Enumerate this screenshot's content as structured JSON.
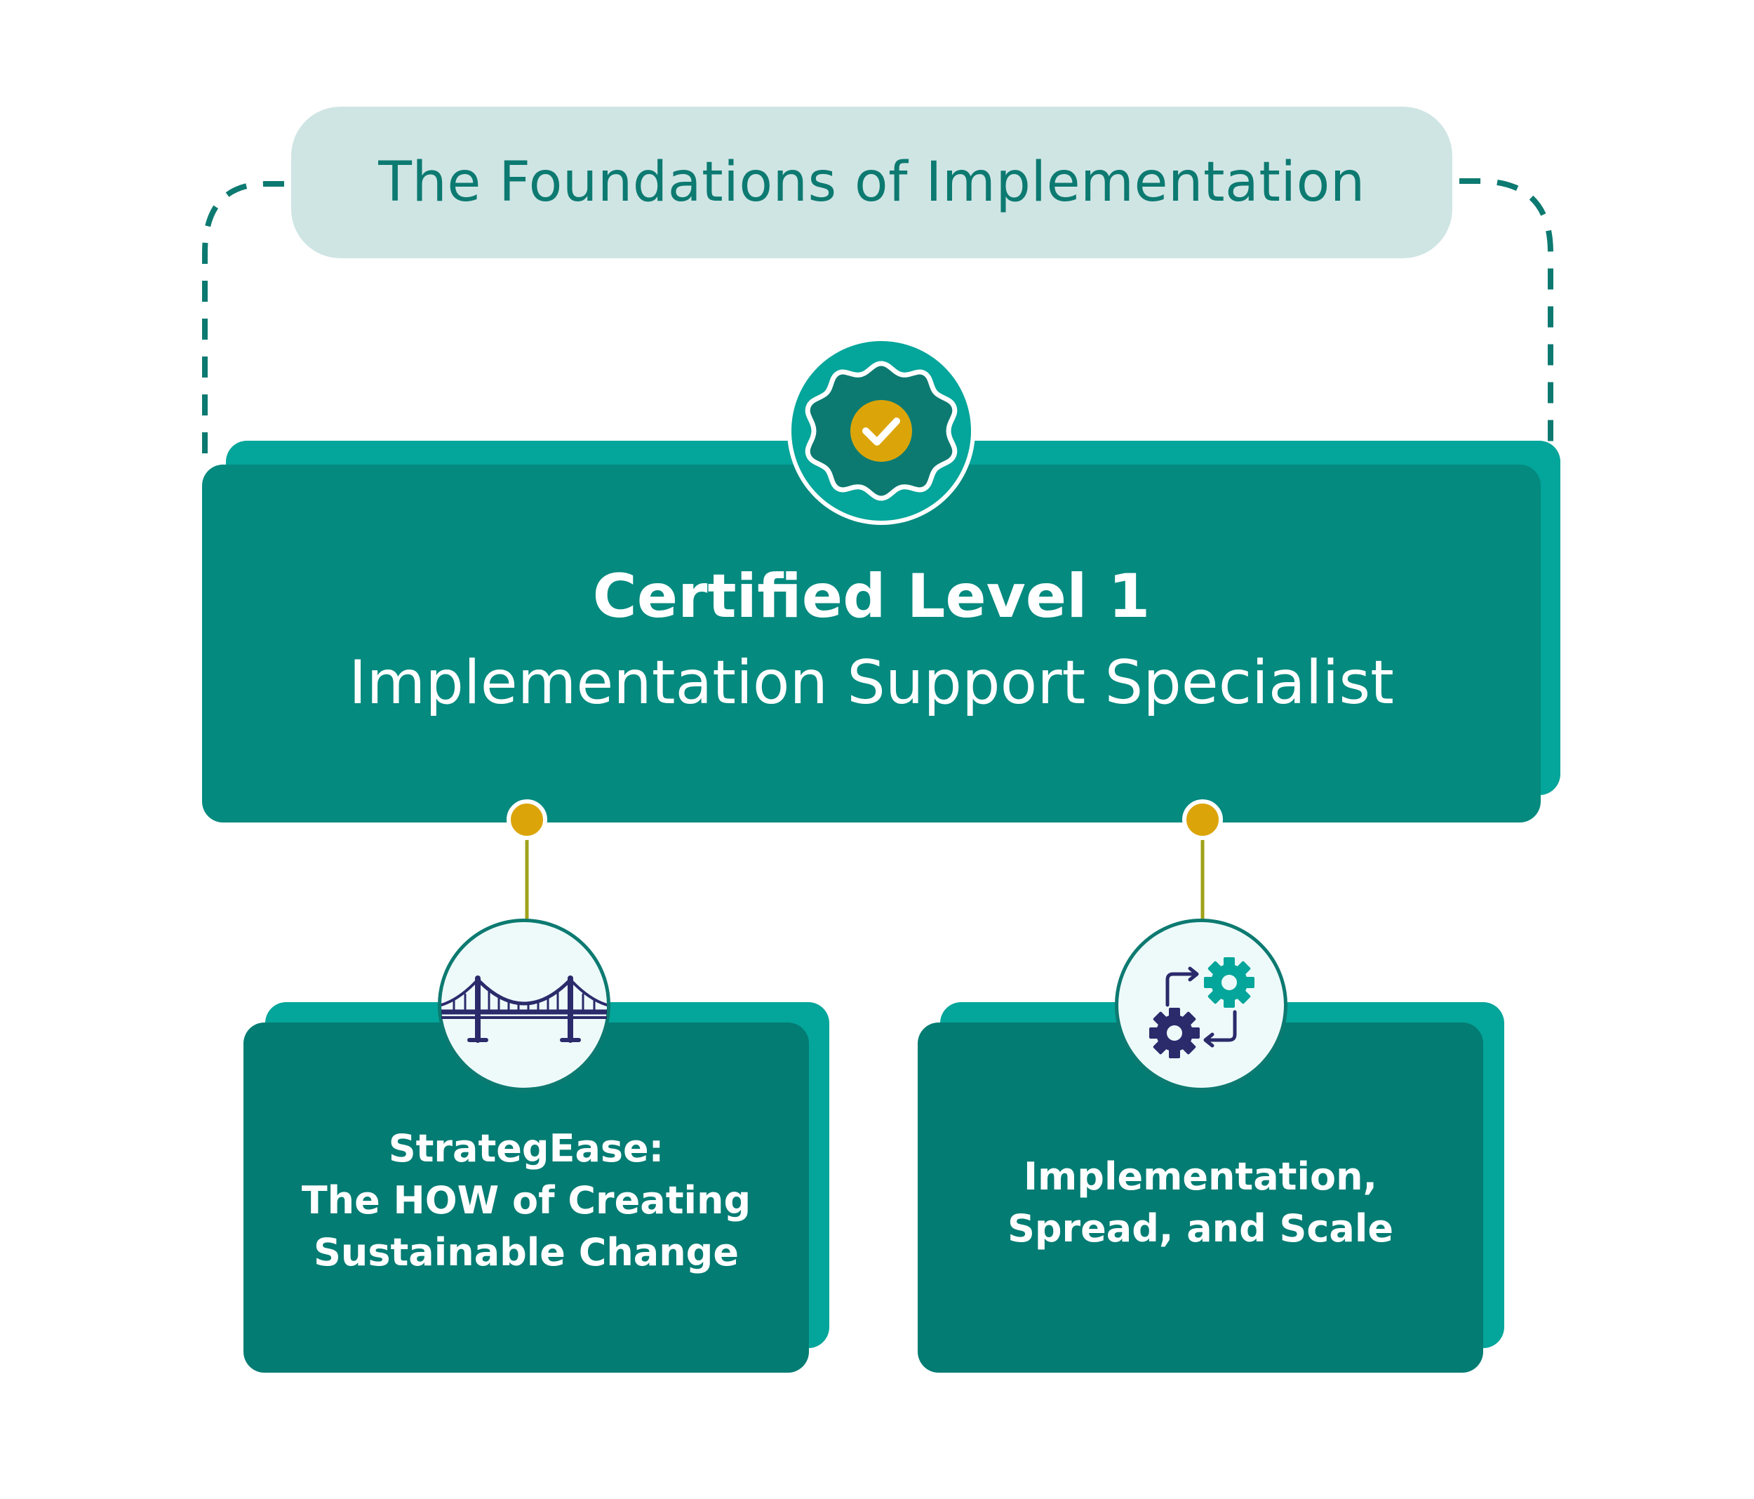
{
  "title": "The Foundations of Implementation",
  "main_card": {
    "line1": "Certified Level 1",
    "line2": "Implementation Support Specialist",
    "icon": "badge-check-icon"
  },
  "sub_cards": [
    {
      "lines": [
        "StrategEase:",
        "The HOW of Creating",
        "Sustainable Change"
      ],
      "icon": "bridge-icon"
    },
    {
      "lines": [
        "Implementation,",
        "Spread, and Scale"
      ],
      "icon": "gears-cycle-icon"
    }
  ],
  "colors": {
    "teal_dark": "#048a7f",
    "teal_light": "#04a59a",
    "title_bg": "#cfe5e4",
    "title_text": "#0d7a71",
    "accent_gold": "#dba50a",
    "icon_navy": "#2b2a6b"
  }
}
